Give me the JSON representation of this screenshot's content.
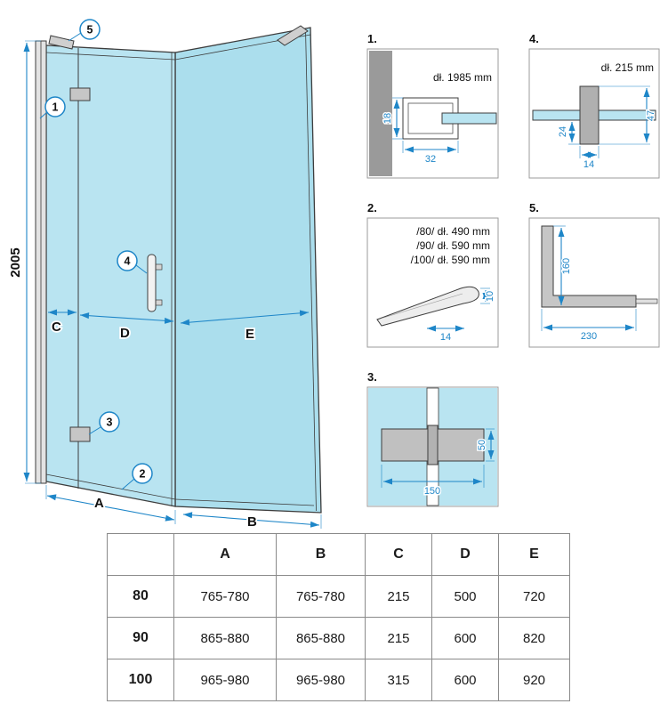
{
  "colors": {
    "glass_front": "#b9e4f1",
    "glass_side": "#abdeed",
    "dimension_blue": "#1e86c8",
    "wall_gray": "#9a9a9a",
    "profile_gray": "#c6c6c6",
    "outline": "#3d3d3d",
    "detail_box_border": "#9b9b9b",
    "table_border": "#8a8a8a"
  },
  "main": {
    "height_label": "2005",
    "dim_a": "A",
    "dim_b": "B",
    "dim_c": "C",
    "dim_d": "D",
    "dim_e": "E",
    "callout_1": "1",
    "callout_2": "2",
    "callout_3": "3",
    "callout_4": "4",
    "callout_5": "5"
  },
  "detail1": {
    "num": "1.",
    "length": "dł. 1985 mm",
    "dim_18": "18",
    "dim_32": "32"
  },
  "detail2": {
    "num": "2.",
    "length_80": "/80/ dł. 490 mm",
    "length_90": "/90/ dł. 590 mm",
    "length_100": "/100/ dł. 590 mm",
    "dim_10": "10",
    "dim_14": "14"
  },
  "detail3": {
    "num": "3.",
    "dim_150": "150",
    "dim_50": "50"
  },
  "detail4": {
    "num": "4.",
    "length": "dł. 215 mm",
    "dim_24": "24",
    "dim_47": "47",
    "dim_14": "14"
  },
  "detail5": {
    "num": "5.",
    "dim_160": "160",
    "dim_230": "230"
  },
  "table": {
    "headers": [
      "",
      "A",
      "B",
      "C",
      "D",
      "E"
    ],
    "rows": [
      {
        "label": "80",
        "values": [
          "765-780",
          "765-780",
          "215",
          "500",
          "720"
        ]
      },
      {
        "label": "90",
        "values": [
          "865-880",
          "865-880",
          "215",
          "600",
          "820"
        ]
      },
      {
        "label": "100",
        "values": [
          "965-980",
          "965-980",
          "315",
          "600",
          "920"
        ]
      }
    ]
  }
}
